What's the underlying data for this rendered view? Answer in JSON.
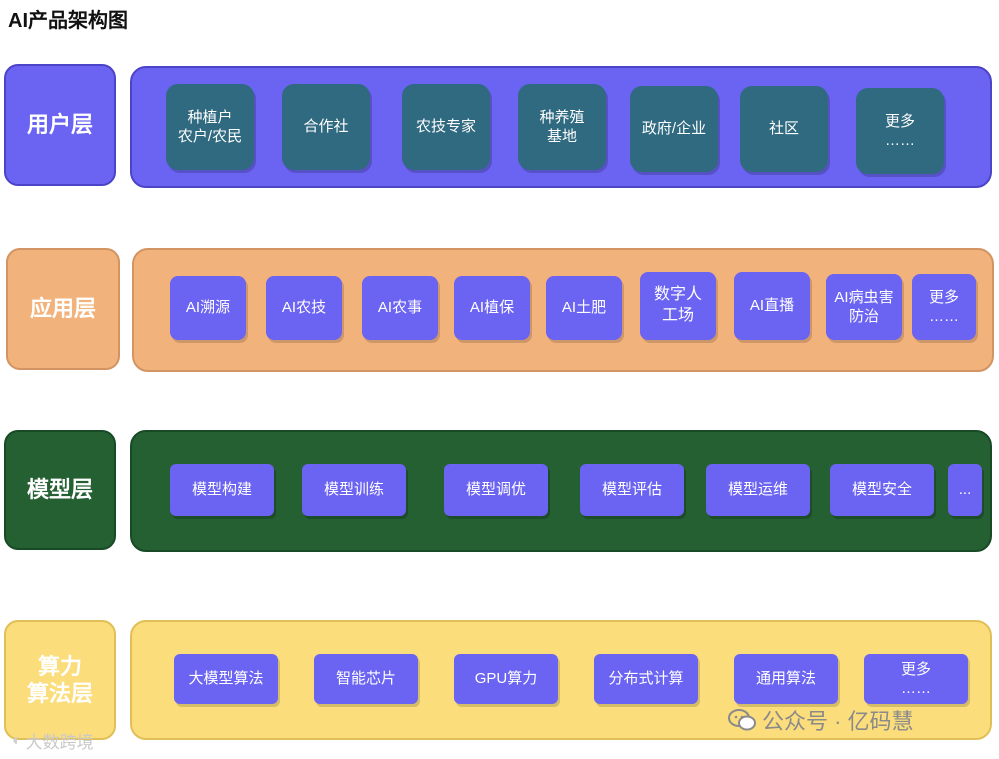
{
  "title": "AI产品架构图",
  "layers": [
    {
      "name": "用户层",
      "items": [
        "种植户\n农户/农民",
        "合作社",
        "农技专家",
        "种养殖\n基地",
        "政府/企业",
        "社区",
        "更多\n……"
      ]
    },
    {
      "name": "应用层",
      "items": [
        "AI溯源",
        "AI农技",
        "AI农事",
        "AI植保",
        "AI土肥",
        "数字人\n工场",
        "AI直播",
        "AI病虫害\n防治",
        "更多\n……"
      ]
    },
    {
      "name": "模型层",
      "items": [
        "模型构建",
        "模型训练",
        "模型调优",
        "模型评估",
        "模型运维",
        "模型安全",
        "..."
      ]
    },
    {
      "name": "算力\n算法层",
      "items": [
        "大模型算法",
        "智能芯片",
        "GPU算力",
        "分布式计算",
        "通用算法",
        "更多\n……"
      ]
    }
  ],
  "watermark": {
    "left_text": "大数跨境",
    "right_text": "公众号 · 亿码慧",
    "icon": "wechat-icon"
  },
  "colors": {
    "user_layer": "#6b63f2",
    "user_item": "#2f6a80",
    "app_layer": "#f2b27c",
    "model_layer": "#256033",
    "compute_layer": "#fbdd7b",
    "item_blue": "#6b63f2"
  }
}
